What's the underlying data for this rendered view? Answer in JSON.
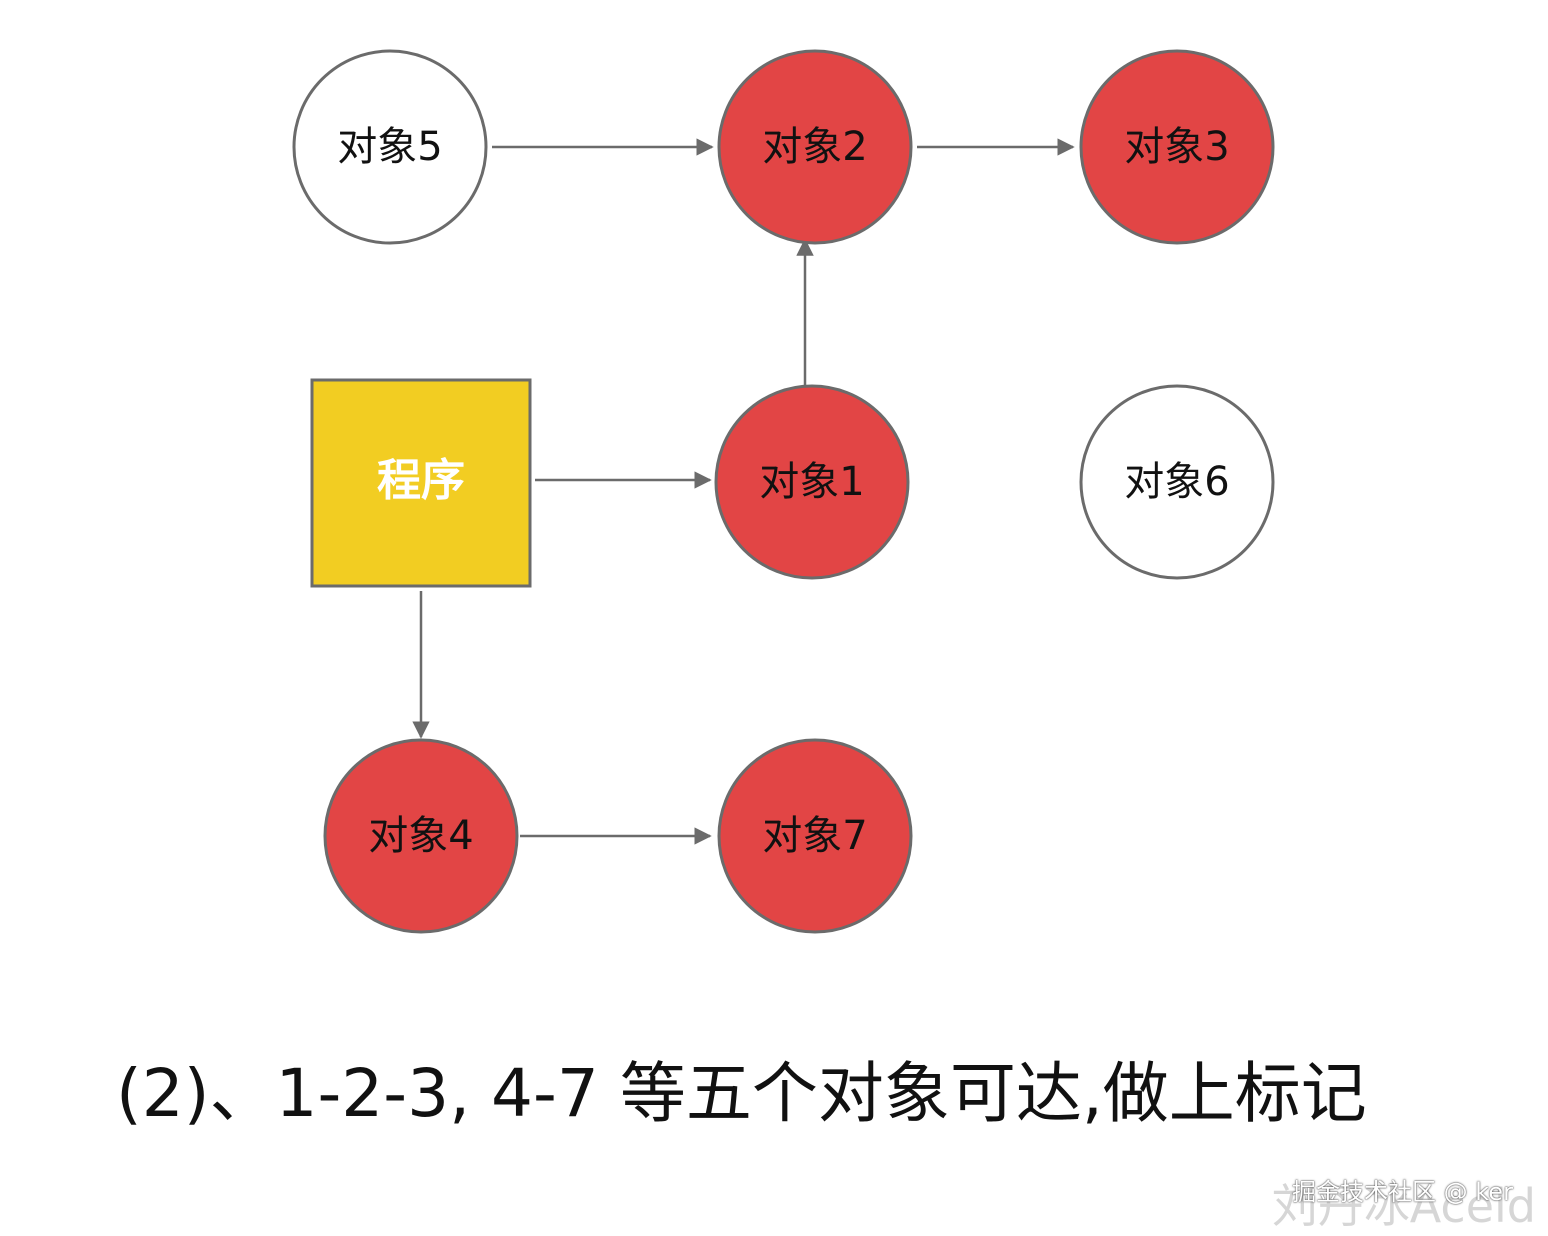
{
  "diagram": {
    "root": {
      "label": "程序",
      "fill": "#F2CD22"
    },
    "nodes": [
      {
        "id": "obj5",
        "label": "对象5",
        "marked": false
      },
      {
        "id": "obj2",
        "label": "对象2",
        "marked": true
      },
      {
        "id": "obj3",
        "label": "对象3",
        "marked": true
      },
      {
        "id": "obj1",
        "label": "对象1",
        "marked": true
      },
      {
        "id": "obj6",
        "label": "对象6",
        "marked": false
      },
      {
        "id": "obj4",
        "label": "对象4",
        "marked": true
      },
      {
        "id": "obj7",
        "label": "对象7",
        "marked": true
      }
    ],
    "edges": [
      {
        "from": "obj5",
        "to": "obj2"
      },
      {
        "from": "obj2",
        "to": "obj3"
      },
      {
        "from": "obj1",
        "to": "obj2"
      },
      {
        "from": "root",
        "to": "obj1"
      },
      {
        "from": "root",
        "to": "obj4"
      },
      {
        "from": "obj4",
        "to": "obj7"
      }
    ],
    "colors": {
      "marked": "#E24545",
      "unmarked": "#FFFFFF",
      "stroke": "#6B6B6B",
      "arrow": "#6B6B6B"
    }
  },
  "caption": "(2)、1-2-3, 4-7 等五个对象可达,做上标记",
  "watermark": {
    "main": "刘丹冰Aceld",
    "sub": "掘金技术社区 @ ker"
  }
}
